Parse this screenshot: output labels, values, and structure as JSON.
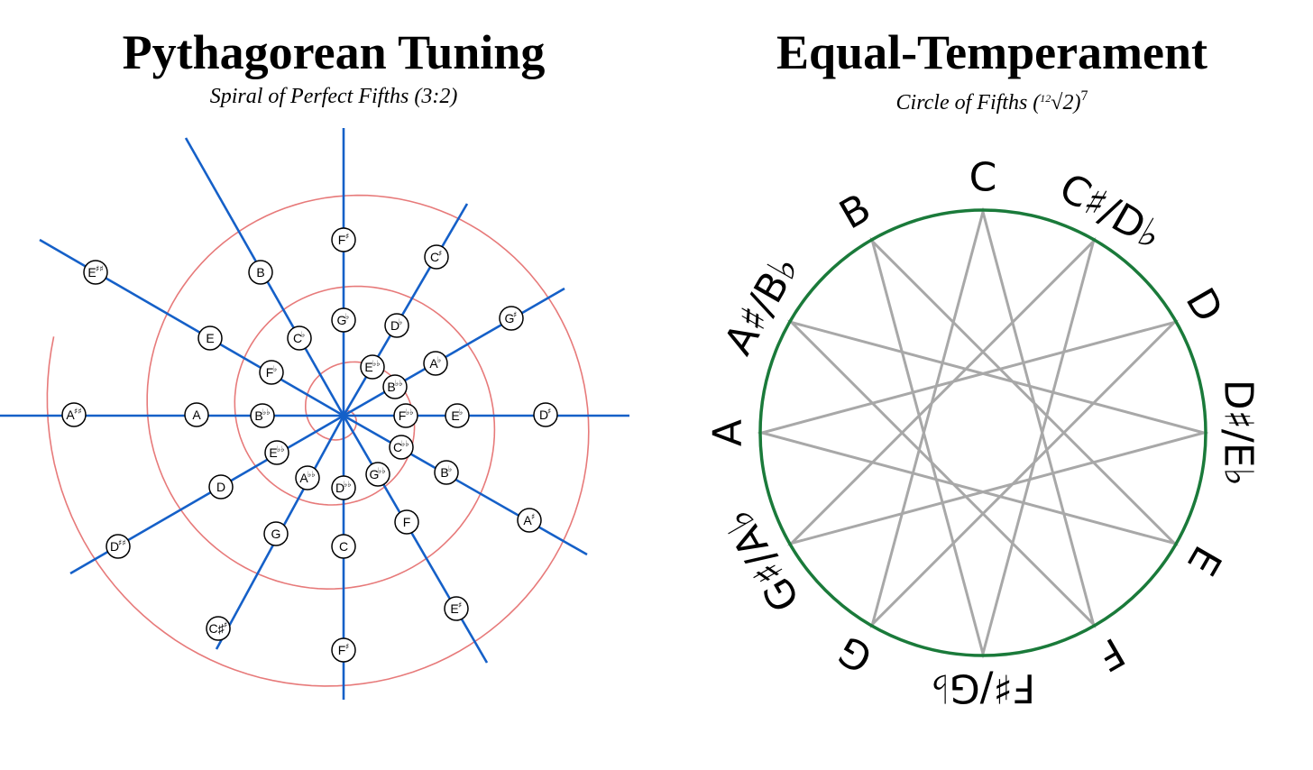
{
  "left_panel": {
    "title": "Pythagorean Tuning",
    "subtitle": "Spiral of Perfect Fifths (3:2)",
    "nodes": [
      {
        "letter": "F",
        "acc": "♯"
      },
      {
        "letter": "C",
        "acc": "♯"
      },
      {
        "letter": "G",
        "acc": "♯"
      },
      {
        "letter": "D",
        "acc": "♯"
      },
      {
        "letter": "A",
        "acc": "♯"
      },
      {
        "letter": "E",
        "acc": "♯"
      },
      {
        "letter": "F",
        "acc": "♯"
      },
      {
        "letter": "C♯",
        "acc": "♯"
      },
      {
        "letter": "D",
        "acc": "♯♯"
      },
      {
        "letter": "A",
        "acc": "♯♯"
      },
      {
        "letter": "E",
        "acc": "♯♯"
      },
      {
        "letter": "B",
        "acc": ""
      },
      {
        "letter": "E",
        "acc": ""
      },
      {
        "letter": "A",
        "acc": ""
      },
      {
        "letter": "D",
        "acc": ""
      },
      {
        "letter": "G",
        "acc": ""
      },
      {
        "letter": "C",
        "acc": ""
      },
      {
        "letter": "F",
        "acc": ""
      },
      {
        "letter": "B",
        "acc": "♭"
      },
      {
        "letter": "E",
        "acc": "♭"
      },
      {
        "letter": "A",
        "acc": "♭"
      },
      {
        "letter": "D",
        "acc": "♭"
      },
      {
        "letter": "G",
        "acc": "♭"
      },
      {
        "letter": "C",
        "acc": "♭"
      },
      {
        "letter": "F",
        "acc": "♭"
      },
      {
        "letter": "B",
        "acc": "♭♭"
      },
      {
        "letter": "E",
        "acc": "♭♭"
      },
      {
        "letter": "A",
        "acc": "♭♭"
      },
      {
        "letter": "D",
        "acc": "♭♭"
      },
      {
        "letter": "G",
        "acc": "♭♭"
      },
      {
        "letter": "C",
        "acc": "♭♭"
      },
      {
        "letter": "F",
        "acc": "♭♭"
      },
      {
        "letter": "B",
        "acc": "♭♭"
      },
      {
        "letter": "E",
        "acc": "♭♭"
      }
    ]
  },
  "right_panel": {
    "title": "Equal-Temperament",
    "subtitle_main": "Circle of Fifths (",
    "subtitle_root_index": "12",
    "subtitle_root": "√2)",
    "subtitle_exp": "7",
    "notes": [
      "C",
      "C♯/D♭",
      "D",
      "D♯/E♭",
      "E",
      "F",
      "F♯/G♭",
      "G",
      "G♯/A♭",
      "A",
      "A♯/B♭",
      "B"
    ]
  },
  "colors": {
    "spokes": "#1560c8",
    "spiral": "#e77a7a",
    "circle": "#1a7a3a",
    "star": "#a8a8a8"
  }
}
